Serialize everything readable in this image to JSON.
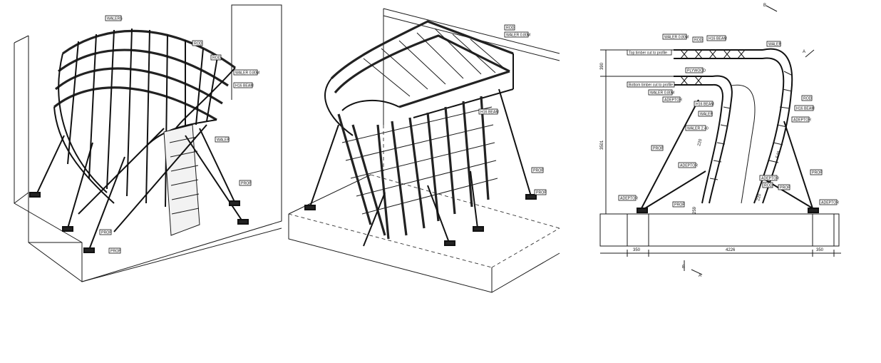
{
  "panel1": {
    "labels": {
      "waler_top": "WALERS",
      "rod_a": "ROD",
      "rod_b": "ROD",
      "waler_080": "WALER 0.80M",
      "h16_beam": "H16 BEAM",
      "waler_side": "WALER",
      "prop_right": "PROP",
      "prop_front_a": "PROP",
      "prop_front_b": "PROP"
    }
  },
  "panel2": {
    "labels": {
      "rod": "ROD",
      "waler_080": "WALER 0.80M",
      "h16_beam": "H16 BEAM",
      "prop_a": "PROP",
      "prop_b": "PROP"
    }
  },
  "panel3": {
    "labels": {
      "waler_080_top": "WALER 0.80M",
      "rod_top": "ROD",
      "h16_beam_top": "H16 BEAM",
      "waler_top_right": "WALER",
      "top_timber": "Top timber cut to profile",
      "plywood": "PLYWOOD",
      "bottom_timber": "Bottom timber cut to profile",
      "waler_080_mid": "WALER 0.80M",
      "adeptor_mid": "ADEPTOR",
      "h16_beam_mid": "H16 BEAM",
      "waler_mid": "WALER",
      "waler_240": "WALER 2.40",
      "prop_left": "PROP",
      "adeptor_inner": "ADEPTOR",
      "adeptor_left": "ADEPTOR",
      "prop_bottom": "PROP",
      "rod_right": "ROD",
      "h16_beam_right": "H16 BEAM",
      "adeptor_right_top": "ADEPTOR",
      "prop_right": "PROP",
      "adeptor_right_mid": "ADEPTOR",
      "rod_right_low": "ROD",
      "prop_right_low": "PROP",
      "adeptor_right_base": "ADEPTOR"
    },
    "section_marks": {
      "b_top": "B",
      "a_top": "A",
      "b_bottom": "B",
      "a_bottom": "A"
    },
    "dimensions": {
      "height_left": "3501",
      "height_top": "390",
      "base_left": "350",
      "base_mid": "4226",
      "base_right": "350",
      "inner_a": "220",
      "inner_b": "549",
      "inner_c": "220",
      "inner_d": "259"
    }
  }
}
